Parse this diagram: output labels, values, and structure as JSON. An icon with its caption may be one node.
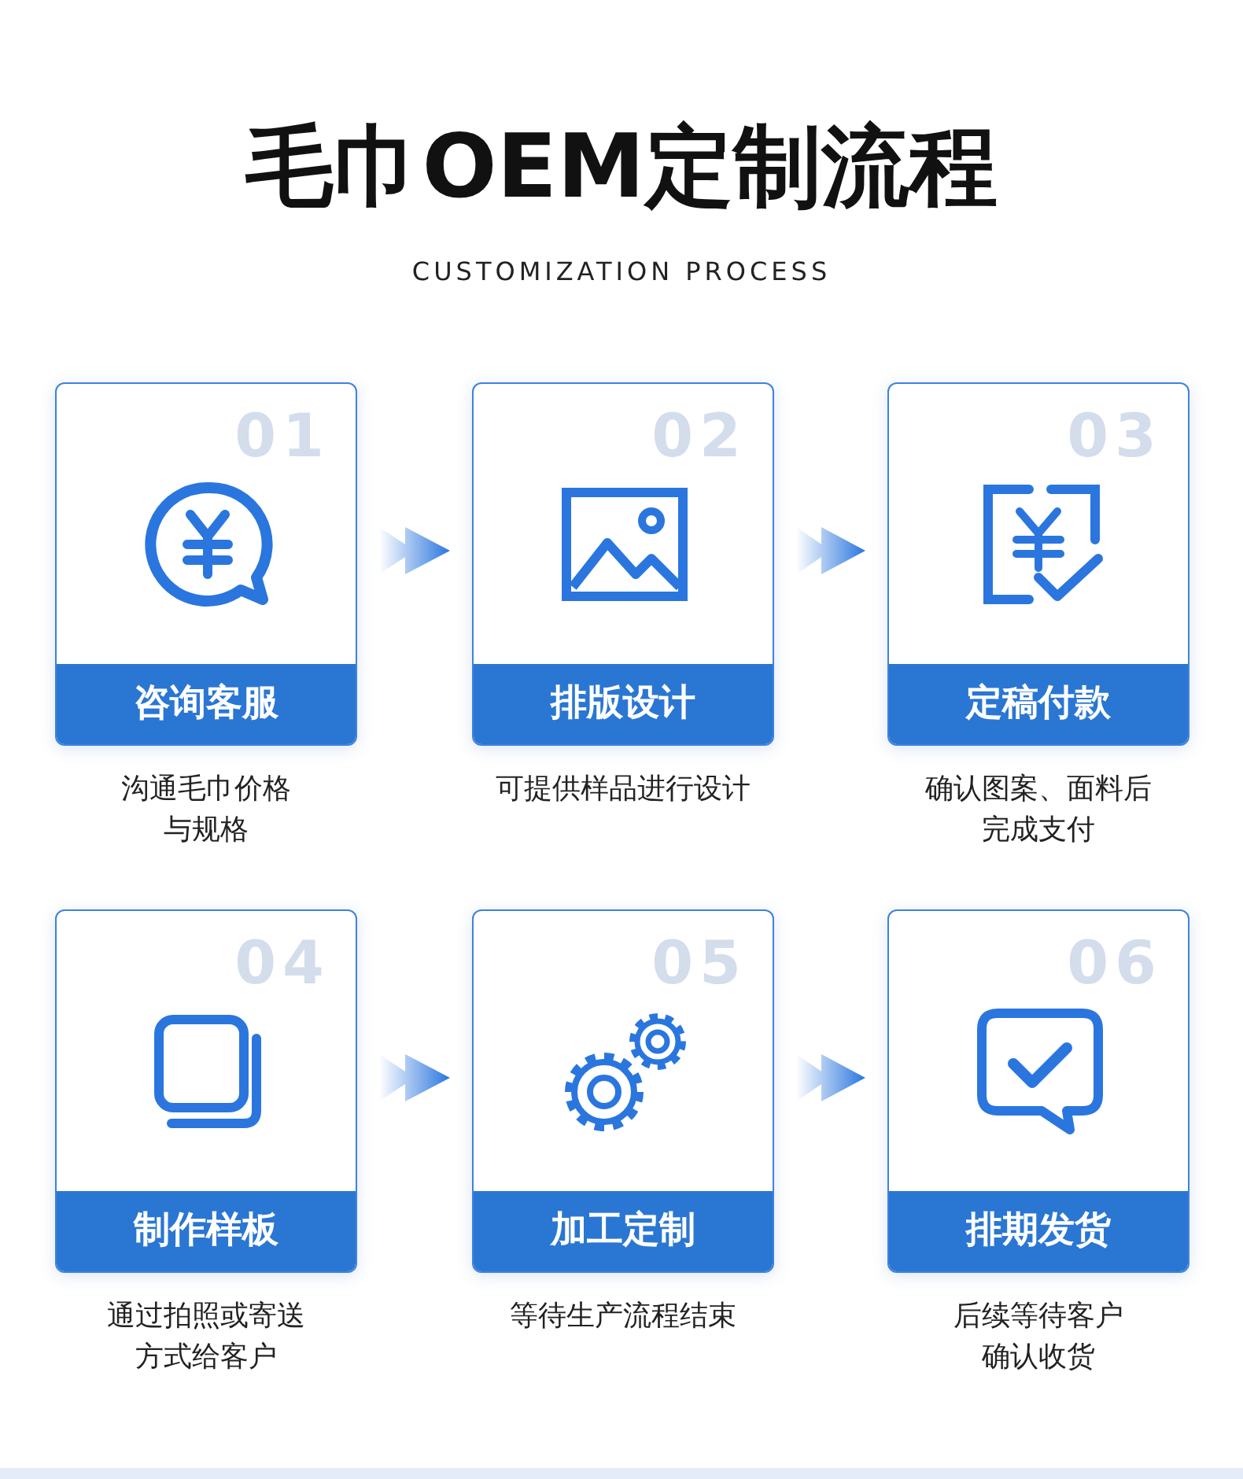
{
  "diagram": {
    "title": "毛巾OEM定制流程",
    "nodes": [
      {
        "text": [
          "01",
          "咨询客服"
        ],
        "beside": [
          "沟通毛巾价格与规格"
        ]
      },
      {
        "text": [
          "02",
          "排版设计"
        ],
        "beside": [
          "可提供样品进行设计"
        ]
      },
      {
        "text": [
          "03",
          "定稿付款"
        ],
        "beside": [
          "确认图案、面料后完成支付"
        ]
      },
      {
        "text": [
          "04",
          "制作样板"
        ],
        "beside": [
          "通过拍照或寄送方式给客户"
        ]
      },
      {
        "text": [
          "05",
          "加工定制"
        ],
        "beside": [
          "等待生产流程结束"
        ]
      },
      {
        "text": [
          "06",
          "排期发货"
        ],
        "beside": [
          "后续等待客户确认收货"
        ]
      }
    ],
    "edges": [
      {
        "from": 0,
        "to": 1,
        "arrow": "to"
      },
      {
        "from": 1,
        "to": 2,
        "arrow": "to"
      },
      {
        "from": 3,
        "to": 4,
        "arrow": "to"
      },
      {
        "from": 4,
        "to": 5,
        "arrow": "to"
      }
    ],
    "labels": [
      "CUSTOMIZATION PROCESS"
    ]
  }
}
